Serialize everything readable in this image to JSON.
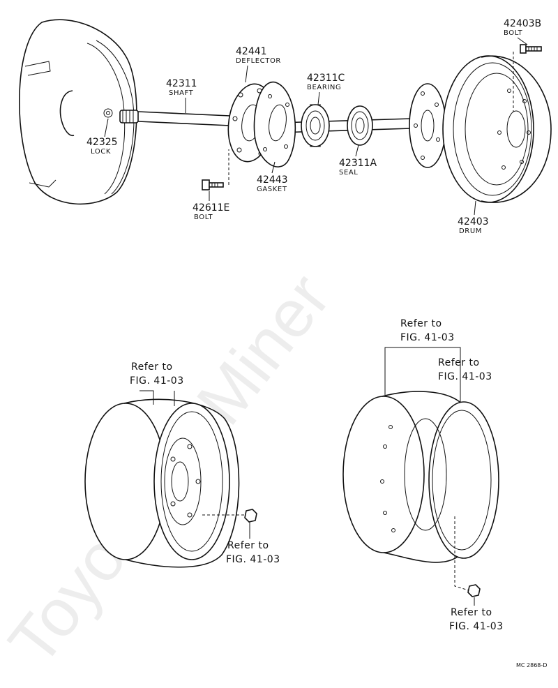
{
  "watermark": "ToyotaCarMiner",
  "parts": [
    {
      "number": "42441",
      "name": "DEFLECTOR"
    },
    {
      "number": "42311",
      "name": "SHAFT"
    },
    {
      "number": "42311C",
      "name": "BEARING"
    },
    {
      "number": "42403B",
      "name": "BOLT"
    },
    {
      "number": "42325",
      "name": "LOCK"
    },
    {
      "number": "42443",
      "name": "GASKET"
    },
    {
      "number": "42311A",
      "name": "SEAL"
    },
    {
      "number": "42611E",
      "name": "BOLT"
    },
    {
      "number": "42403",
      "name": "DRUM"
    }
  ],
  "refs": {
    "line1": "Refer to",
    "line2": "FIG. 41-03"
  },
  "figure_code": "MC 2868-D"
}
